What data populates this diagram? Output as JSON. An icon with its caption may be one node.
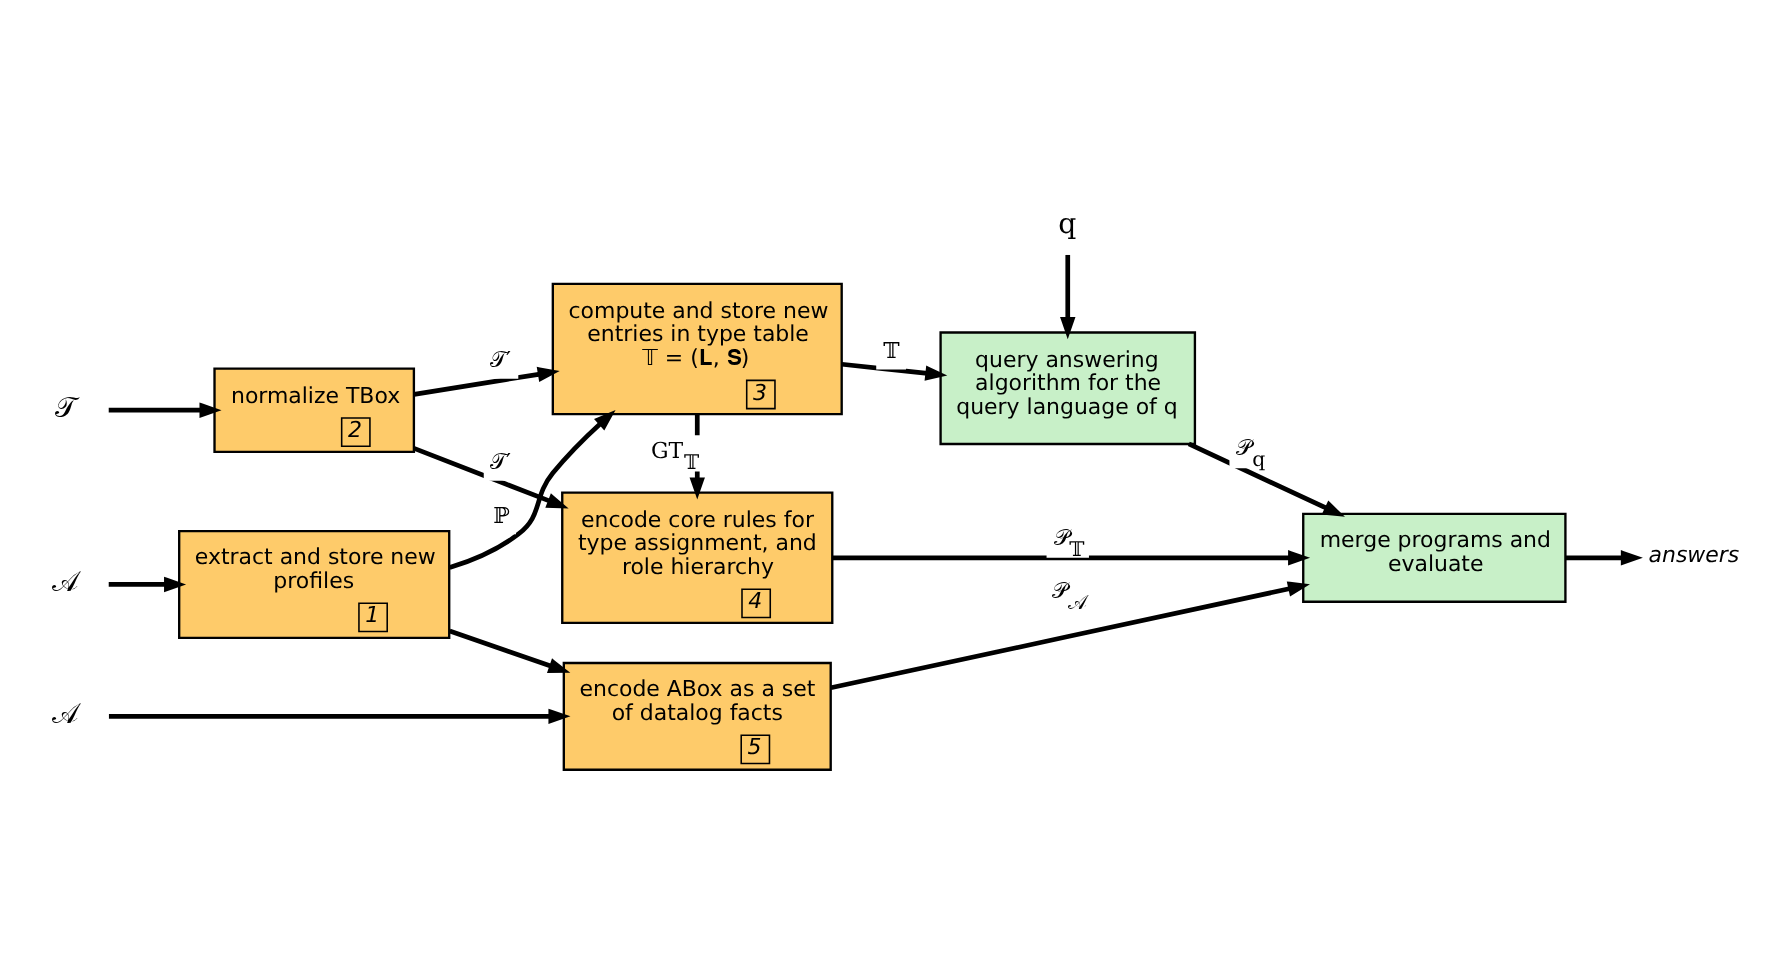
{
  "diagram": {
    "nodes": [
      {
        "text": [
          "𝒜"
        ]
      },
      {
        "text": [
          "extract and store new profiles",
          "1"
        ]
      },
      {
        "text": [
          "𝒯"
        ]
      },
      {
        "text": [
          "normalize TBox",
          "2"
        ]
      },
      {
        "text": [
          "compute and store new entries in type table 𝕋 = (𝐋, 𝐒)",
          "3"
        ]
      },
      {
        "text": [
          "encode core rules for type assignment, and role hierarchy",
          "4"
        ]
      },
      {
        "text": [
          "𝒜"
        ]
      },
      {
        "text": [
          "encode ABox as a set of datalog facts",
          "5"
        ]
      },
      {
        "text": [
          "q"
        ]
      },
      {
        "text": [
          "query answering algorithm for the query language of q"
        ]
      },
      {
        "text": [
          "merge programs and evaluate"
        ]
      },
      {
        "text": [
          "answers"
        ]
      }
    ],
    "edges": [
      {
        "from": 0,
        "to": 1,
        "arrow": "to"
      },
      {
        "from": 2,
        "to": 3,
        "arrow": "to"
      },
      {
        "from": 1,
        "to": 4,
        "arrow": "to",
        "label": "ℙ"
      },
      {
        "from": 3,
        "to": 4,
        "arrow": "to",
        "label": "𝒯′"
      },
      {
        "from": 3,
        "to": 5,
        "arrow": "to",
        "label": "𝒯′"
      },
      {
        "from": 4,
        "to": 5,
        "arrow": "to",
        "label": "GT$_{𝕋}$"
      },
      {
        "from": 1,
        "to": 7,
        "arrow": "to"
      },
      {
        "from": 6,
        "to": 7,
        "arrow": "to"
      },
      {
        "from": 4,
        "to": 9,
        "arrow": "to",
        "label": "𝕋"
      },
      {
        "from": 8,
        "to": 9,
        "arrow": "to"
      },
      {
        "from": 9,
        "to": 10,
        "arrow": "to",
        "label": "𝒫$_{q}$"
      },
      {
        "from": 5,
        "to": 10,
        "arrow": "to",
        "label": "𝒫$_{𝕋}$"
      },
      {
        "from": 7,
        "to": 10,
        "arrow": "to",
        "label": "𝒫$_{𝒜}$"
      },
      {
        "from": 10,
        "to": 11,
        "arrow": "to"
      }
    ]
  }
}
